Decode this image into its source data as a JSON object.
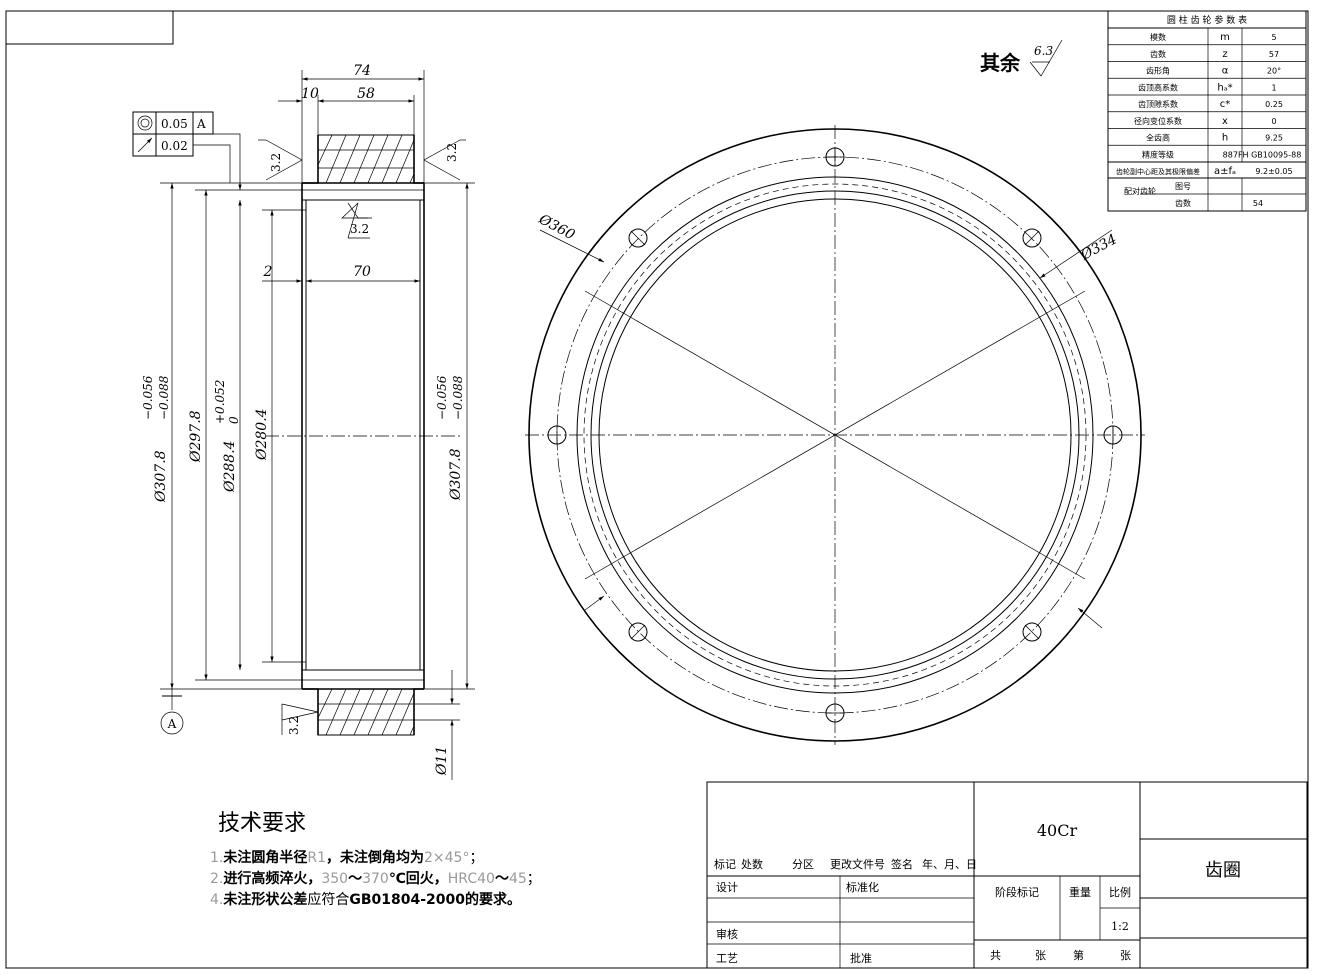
{
  "roughness": {
    "general_label": "其余",
    "general_value": "6.3",
    "surface_values": [
      "3.2",
      "3.2",
      "3.2",
      "3.2"
    ]
  },
  "tolerance_frame": {
    "row1_value": "0.05",
    "row1_datum": "A",
    "row2_value": "0.02",
    "datum_label": "A"
  },
  "dimensions": {
    "width_total": "74",
    "width_tooth": "58",
    "offset_left": "10",
    "inner_offset": "2",
    "inner_width": "70",
    "dia_outer_left": "Ø307.8",
    "dia_outer_left_tol_up": "−0.056",
    "dia_outer_left_tol_low": "−0.088",
    "dia_297": "Ø297.8",
    "dia_288": "Ø288.4",
    "dia_288_tol_up": "+0.052",
    "dia_288_tol_low": "0",
    "dia_280": "Ø280.4",
    "dia_outer_right": "Ø307.8",
    "dia_outer_right_tol_up": "−0.056",
    "dia_outer_right_tol_low": "−0.088",
    "dia_hole": "Ø11",
    "dia_360": "Ø360",
    "dia_334": "Ø334"
  },
  "gear_table": {
    "title": "圆 柱 齿 轮 参 数 表",
    "rows": [
      {
        "name": "模数",
        "symbol": "m",
        "value": "5"
      },
      {
        "name": "齿数",
        "symbol": "z",
        "value": "57"
      },
      {
        "name": "齿形角",
        "symbol": "α",
        "value": "20°"
      },
      {
        "name": "齿顶高系数",
        "symbol": "hₐ*",
        "value": "1"
      },
      {
        "name": "齿顶隙系数",
        "symbol": "c*",
        "value": "0.25"
      },
      {
        "name": "径向变位系数",
        "symbol": "x",
        "value": "0"
      },
      {
        "name": "全齿高",
        "symbol": "h",
        "value": "9.25"
      },
      {
        "name": "精度等级",
        "symbol": "",
        "value": "887FH GB10095-88"
      },
      {
        "name": "齿轮副中心距及其极限偏差",
        "symbol": "a±fₐ",
        "value": "9.2±0.05"
      }
    ],
    "mate_label": "配对齿轮",
    "mate_drawing_label": "图号",
    "mate_teeth_label": "齿数",
    "mate_teeth_value": "54"
  },
  "tech_requirements": {
    "title": "技术要求",
    "line1_num": "1.",
    "line1_a": "未注圆角半径",
    "line1_b": "R1",
    "line1_c": "，未注倒角均为",
    "line1_d": "2×45°",
    "line1_e": "；",
    "line2_num": "2.",
    "line2_a": "进行高频淬火，",
    "line2_b": "350",
    "line2_c": "～",
    "line2_d": "370",
    "line2_e": "℃回火，",
    "line2_f": "HRC40",
    "line2_g": "～",
    "line2_h": "45",
    "line2_i": "；",
    "line3_num": "4.",
    "line3_a": "未注形状公差",
    "line3_b": "应符合",
    "line3_c": "GB01804-2000",
    "line3_d": "的要求。"
  },
  "title_block": {
    "material": "40Cr",
    "part_name": "齿圈",
    "rev_headers": [
      "标记",
      "处数",
      "分区",
      "更改文件号",
      "签名",
      "年、月、日"
    ],
    "design": "设计",
    "standardize": "标准化",
    "review": "审核",
    "process": "工艺",
    "approve": "批准",
    "stage_mark": "阶段标记",
    "weight": "重量",
    "scale_label": "比例",
    "scale_value": "1:2",
    "total": "共",
    "sheets": "张",
    "sheet_no": "第",
    "sheet_unit": "张"
  }
}
